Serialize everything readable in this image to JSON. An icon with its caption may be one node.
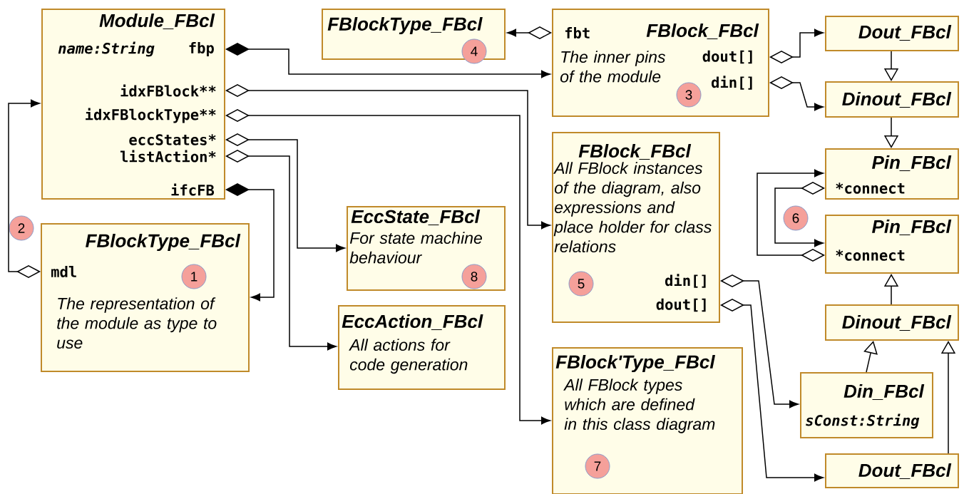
{
  "diagram": {
    "nodes": [
      {
        "text": [
          "Module_FBcl",
          "name:String",
          "fbp",
          "idxFBlock**",
          "idxFBlockType**",
          "eccStates*",
          "listAction*",
          "ifcFB"
        ]
      },
      {
        "text": [
          "FBlockType_FBcl",
          "mdl",
          "The representation of the module as type to use"
        ]
      },
      {
        "text": [
          "FBlockType_FBcl"
        ]
      },
      {
        "text": [
          "fbt",
          "FBlock_FBcl",
          "The inner pins of the module",
          "dout[]",
          "din[]"
        ]
      },
      {
        "text": [
          "EccState_FBcl",
          "For state machine behaviour"
        ]
      },
      {
        "text": [
          "EccAction_FBcl",
          "All actions for code generation"
        ]
      },
      {
        "text": [
          "FBlock_FBcl",
          "All FBlock instances of the diagram, also expressions and place holder for class relations",
          "din[]",
          "dout[]"
        ]
      },
      {
        "text": [
          "FBlock'Type_FBcl",
          "All FBlock types which are defined in this class diagram"
        ]
      },
      {
        "text": [
          "Dout_FBcl"
        ]
      },
      {
        "text": [
          "Dinout_FBcl"
        ]
      },
      {
        "text": [
          "Pin_FBcl",
          "*connect"
        ]
      },
      {
        "text": [
          "Pin_FBcl",
          "*connect"
        ]
      },
      {
        "text": [
          "Dinout_FBcl"
        ]
      },
      {
        "text": [
          "Din_FBcl",
          "sConst:String"
        ]
      },
      {
        "text": [
          "Dout_FBcl"
        ]
      },
      {
        "text": [
          "1"
        ],
        "in": 1
      },
      {
        "text": [
          "2"
        ]
      },
      {
        "text": [
          "3"
        ],
        "in": 3
      },
      {
        "text": [
          "4"
        ],
        "in": 2
      },
      {
        "text": [
          "5"
        ],
        "in": 6
      },
      {
        "text": [
          "6"
        ]
      },
      {
        "text": [
          "7"
        ],
        "in": 7
      },
      {
        "text": [
          "8"
        ],
        "in": 4
      }
    ],
    "edges": [
      {
        "from": 0,
        "to": 3,
        "arrow": "to"
      },
      {
        "from": 0,
        "to": 6,
        "arrow": "to"
      },
      {
        "from": 0,
        "to": 7,
        "arrow": "to"
      },
      {
        "from": 0,
        "to": 4,
        "arrow": "to"
      },
      {
        "from": 0,
        "to": 5,
        "arrow": "to"
      },
      {
        "from": 0,
        "to": 1,
        "arrow": "to"
      },
      {
        "from": 1,
        "to": 0,
        "arrow": "to"
      },
      {
        "from": 3,
        "to": 2,
        "arrow": "to"
      },
      {
        "from": 3,
        "to": 8,
        "arrow": "to"
      },
      {
        "from": 3,
        "to": 9,
        "arrow": "to"
      },
      {
        "from": 8,
        "to": 9,
        "arrow": "to"
      },
      {
        "from": 9,
        "to": 10,
        "arrow": "to"
      },
      {
        "from": 10,
        "to": 11,
        "arrow": "to"
      },
      {
        "from": 11,
        "to": 10,
        "arrow": "to"
      },
      {
        "from": 12,
        "to": 11,
        "arrow": "to"
      },
      {
        "from": 13,
        "to": 12,
        "arrow": "to"
      },
      {
        "from": 14,
        "to": 12,
        "arrow": "to"
      },
      {
        "from": 6,
        "to": 13,
        "arrow": "to"
      },
      {
        "from": 6,
        "to": 14,
        "arrow": "to"
      }
    ]
  }
}
